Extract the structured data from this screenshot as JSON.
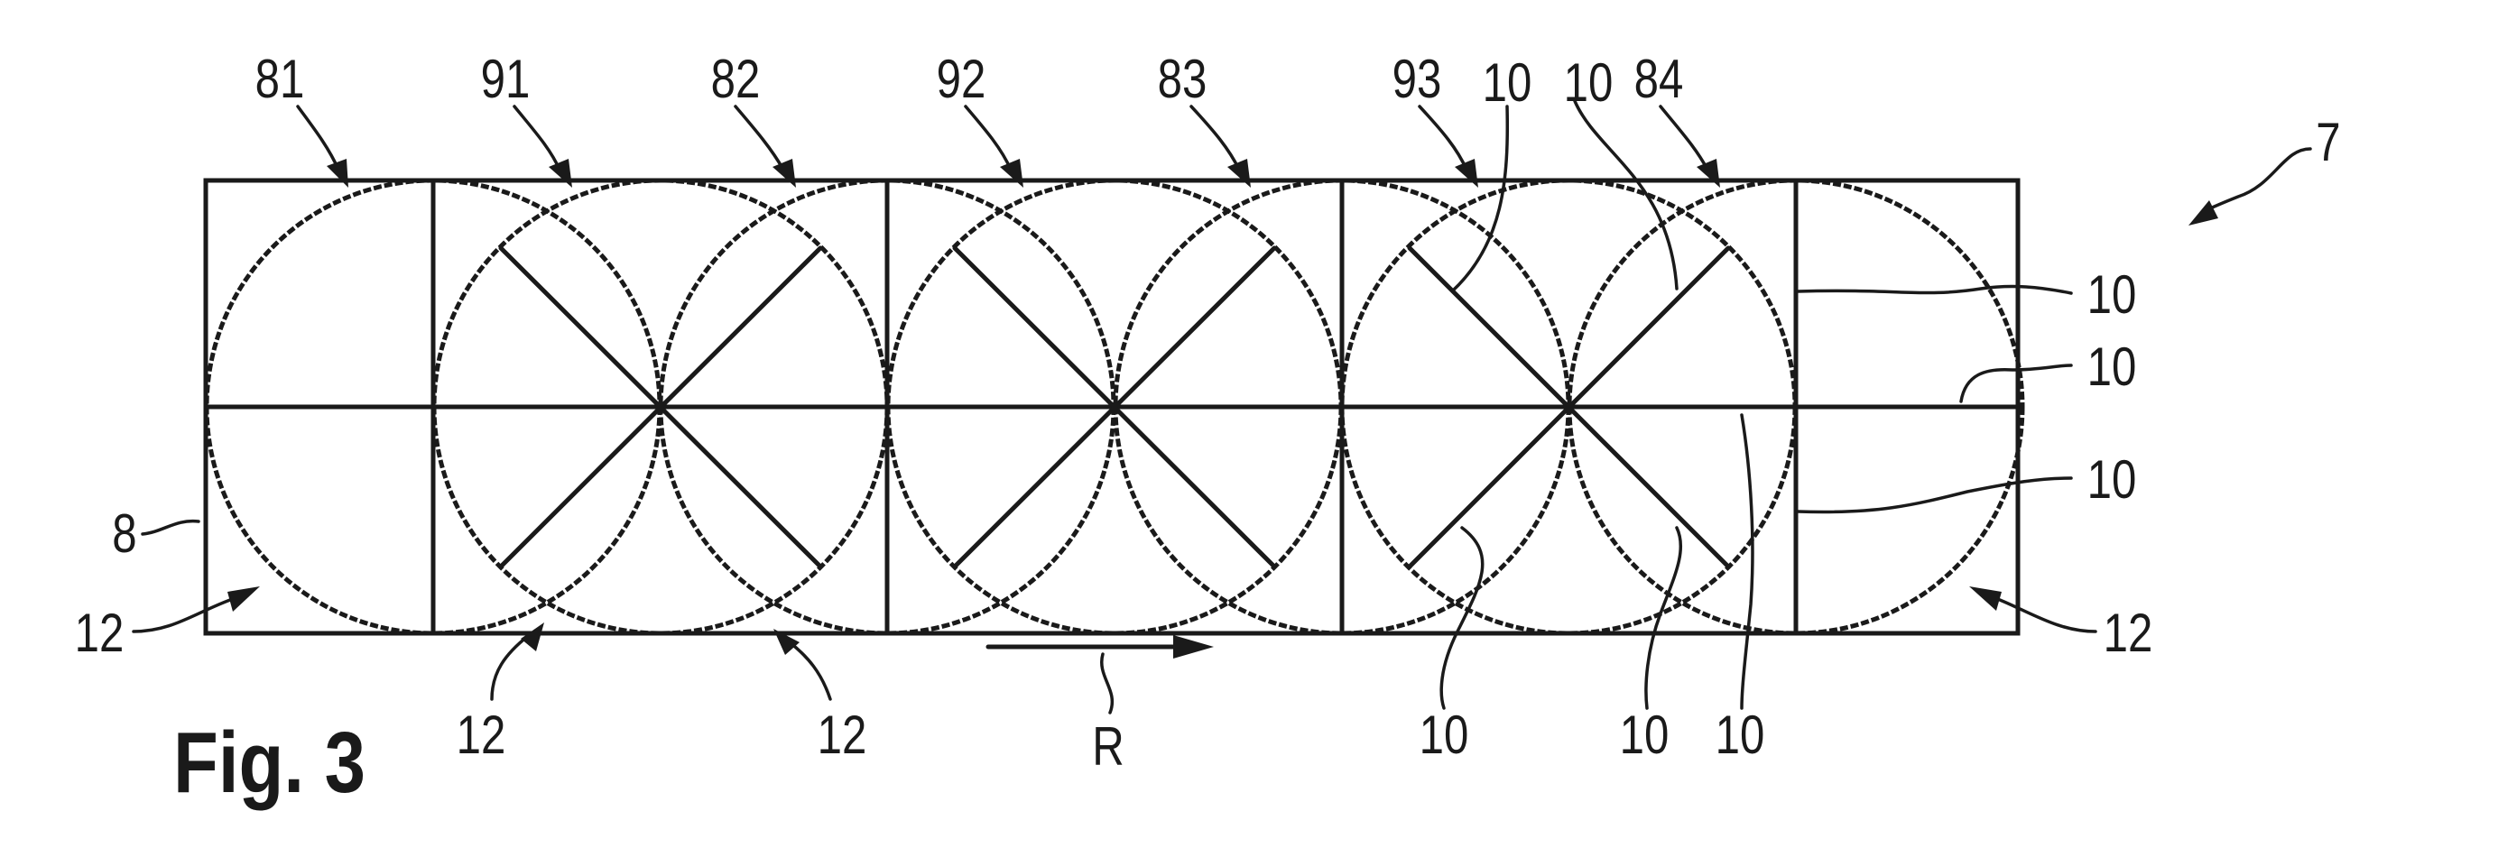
{
  "figure": {
    "title": "Fig. 3",
    "refs": {
      "r81": "81",
      "r91": "91",
      "r82": "82",
      "r92": "92",
      "r83": "83",
      "r93": "93",
      "r84": "84",
      "r7": "7",
      "r8": "8",
      "r10_top_a": "10",
      "r10_top_b": "10",
      "r10_right_1": "10",
      "r10_right_2": "10",
      "r10_right_3": "10",
      "r10_bottom_1": "10",
      "r10_bottom_2": "10",
      "r10_bottom_3": "10",
      "r12_left": "12",
      "r12_right": "12",
      "r12_bottom_1": "12",
      "r12_bottom_2": "12",
      "direction": "R"
    }
  }
}
